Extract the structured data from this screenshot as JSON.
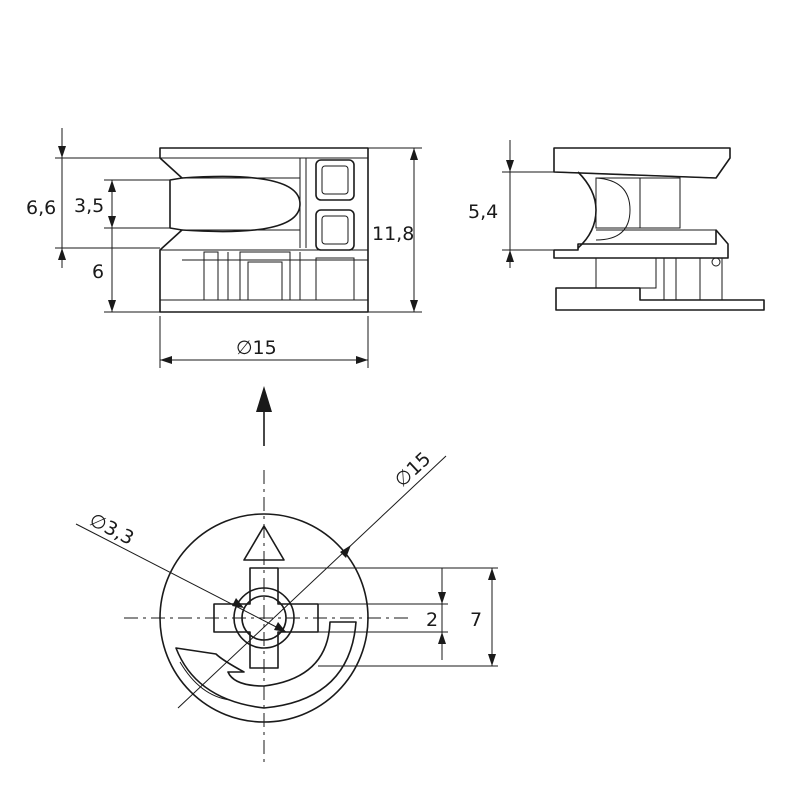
{
  "front_view": {
    "dimensions": {
      "total_height": "11,8",
      "upper_height": "6,6",
      "slot_height": "3,5",
      "lower_height": "6",
      "diameter": "∅15"
    }
  },
  "side_view": {
    "dimensions": {
      "height": "5,4"
    }
  },
  "top_view": {
    "dimensions": {
      "diameter": "∅15",
      "hole_diameter": "∅3,3",
      "offset_small": "2",
      "offset_large": "7"
    }
  }
}
